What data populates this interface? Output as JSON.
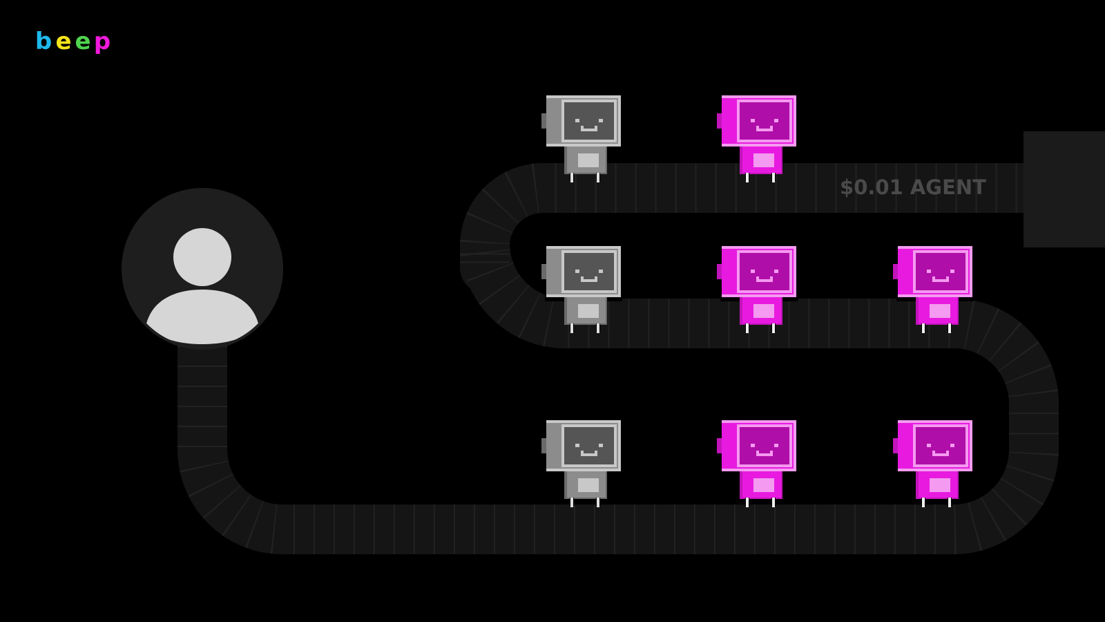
{
  "logo": {
    "letters": [
      "b",
      "e",
      "e",
      "p"
    ],
    "colors": [
      "#1fb8ec",
      "#f5e31a",
      "#4fd44f",
      "#f01adb"
    ]
  },
  "destination": {
    "label": "$0.01 AGENT",
    "label_color": "#4a4a4a",
    "box_color": "#1b1b1b"
  },
  "user": {
    "icon": "user-avatar-icon",
    "circle_color": "#1e1e1e",
    "figure_color": "#d6d6d6"
  },
  "conveyor": {
    "belt_color": "#151515",
    "slat_color": "#222222"
  },
  "robot_palettes": {
    "gray": {
      "body": "#8c8c8c",
      "light": "#c8c8c8",
      "dark": "#6a6a6a",
      "screen": "#555555",
      "screen_border": "#c8c8c8",
      "face": "#c8c8c8",
      "legs": "#e0e0e0"
    },
    "magenta": {
      "body": "#e81ae0",
      "light": "#f49af0",
      "dark": "#c214bb",
      "screen": "#b00ea8",
      "screen_border": "#f49af0",
      "face": "#f49af0",
      "legs": "#f0f0f0"
    }
  },
  "robots": [
    {
      "id": "robot-top-1",
      "variant": "gray"
    },
    {
      "id": "robot-top-2",
      "variant": "magenta"
    },
    {
      "id": "robot-mid-1",
      "variant": "gray"
    },
    {
      "id": "robot-mid-2",
      "variant": "magenta"
    },
    {
      "id": "robot-mid-3",
      "variant": "magenta"
    },
    {
      "id": "robot-bot-1",
      "variant": "gray"
    },
    {
      "id": "robot-bot-2",
      "variant": "magenta"
    },
    {
      "id": "robot-bot-3",
      "variant": "magenta"
    }
  ]
}
